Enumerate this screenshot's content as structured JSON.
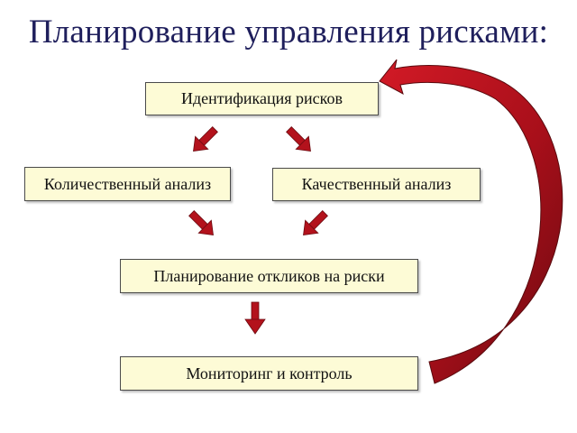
{
  "title": "Планирование управления рисками:",
  "boxes": {
    "identification": "Идентификация рисков",
    "quantitative": "Количественный анализ",
    "qualitative": "Качественный анализ",
    "planning": "Планирование откликов на риски",
    "monitoring": "Мониторинг и контроль"
  },
  "colors": {
    "title": "#1f1f5c",
    "box_fill": "#fdfbd6",
    "arrow": "#b3121c",
    "arrow_dark": "#6b0a10"
  },
  "icons": {
    "flow_arrows": "arrow-down-icon",
    "loop_arrow": "curved-return-arrow-icon"
  }
}
